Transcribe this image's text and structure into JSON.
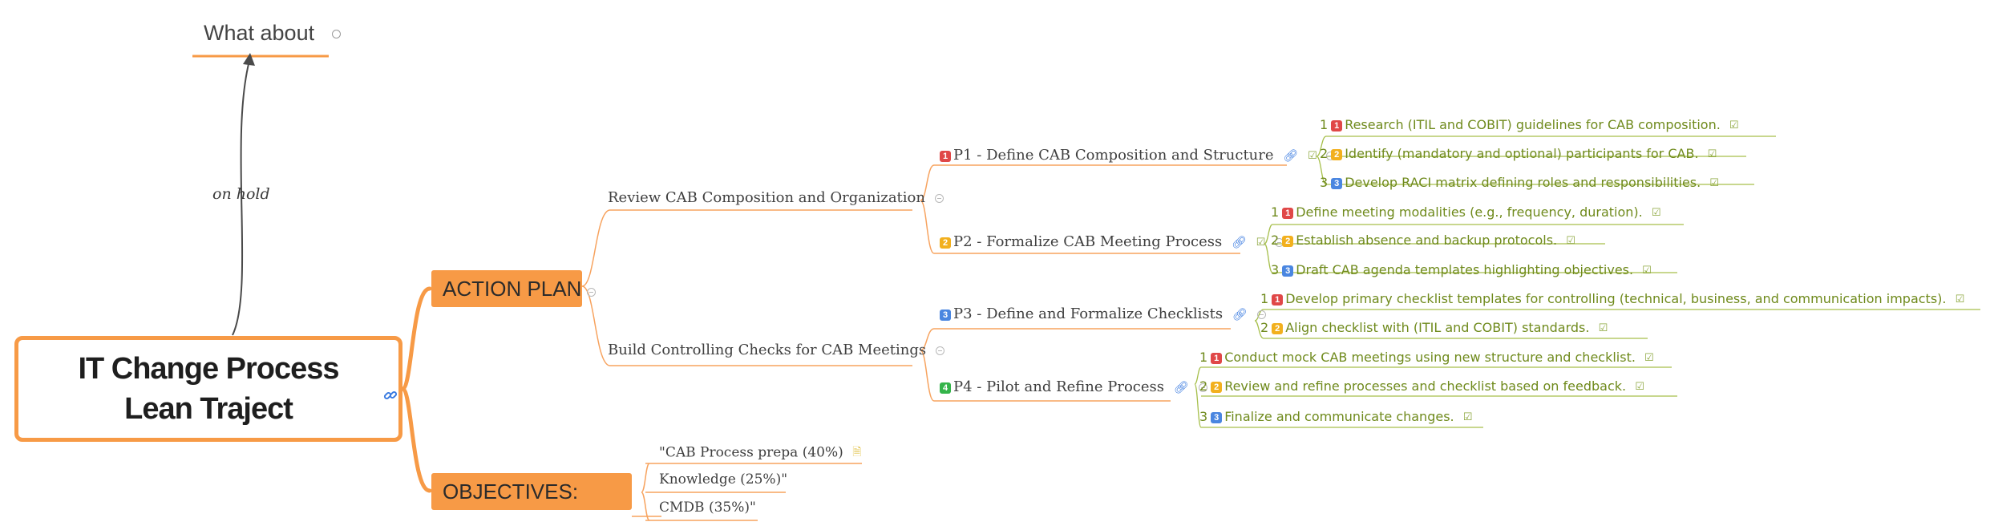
{
  "root": {
    "title": "IT Change Process Lean Traject",
    "link_icon": "link-icon"
  },
  "floating": {
    "title": "What about",
    "relation_label": "on hold"
  },
  "action_plan": {
    "label": "ACTION PLAN",
    "groups": [
      {
        "label": "Review CAB Composition and Organization"
      },
      {
        "label": "Build Controlling Checks for CAB Meetings"
      }
    ],
    "phases": [
      {
        "priority": "1",
        "label": "P1 - Define CAB Composition and Structure",
        "tasks": [
          {
            "idx": "1",
            "priority": "1",
            "text": "Research (ITIL and COBIT) guidelines for CAB composition."
          },
          {
            "idx": "2",
            "priority": "2",
            "text": "Identify (mandatory and optional) participants for CAB."
          },
          {
            "idx": "3",
            "priority": "3",
            "text": "Develop RACI matrix defining roles and responsibilities."
          }
        ]
      },
      {
        "priority": "2",
        "label": "P2 - Formalize CAB Meeting Process",
        "tasks": [
          {
            "idx": "1",
            "priority": "1",
            "text": "Define meeting modalities (e.g., frequency, duration)."
          },
          {
            "idx": "2",
            "priority": "2",
            "text": "Establish absence and backup protocols."
          },
          {
            "idx": "3",
            "priority": "3",
            "text": "Draft CAB agenda templates highlighting objectives."
          }
        ]
      },
      {
        "priority": "3",
        "label": "P3 - Define and Formalize Checklists",
        "tasks": [
          {
            "idx": "1",
            "priority": "1",
            "text": "Develop primary checklist templates for controlling (technical, business, and communication impacts)."
          },
          {
            "idx": "2",
            "priority": "2",
            "text": "Align checklist with (ITIL and COBIT) standards."
          }
        ]
      },
      {
        "priority": "4",
        "label": "P4 - Pilot and Refine Process",
        "tasks": [
          {
            "idx": "1",
            "priority": "1",
            "text": "Conduct mock CAB meetings using new structure and checklist."
          },
          {
            "idx": "2",
            "priority": "2",
            "text": "Review and refine processes and checklist based on feedback."
          },
          {
            "idx": "3",
            "priority": "3",
            "text": "Finalize and communicate changes."
          }
        ]
      }
    ]
  },
  "objectives": {
    "label": "OBJECTIVES:",
    "items": [
      {
        "text": "\"CAB Process prepa (40%)"
      },
      {
        "text": "Knowledge (25%)\""
      },
      {
        "text": "CMDB (35%)\""
      }
    ]
  },
  "colors": {
    "accent": "#f79a46",
    "task_text": "#6f8a1c",
    "priority_1": "#e04848",
    "priority_2": "#f2b01e",
    "priority_3": "#4a86e0",
    "priority_4": "#34b44a"
  }
}
